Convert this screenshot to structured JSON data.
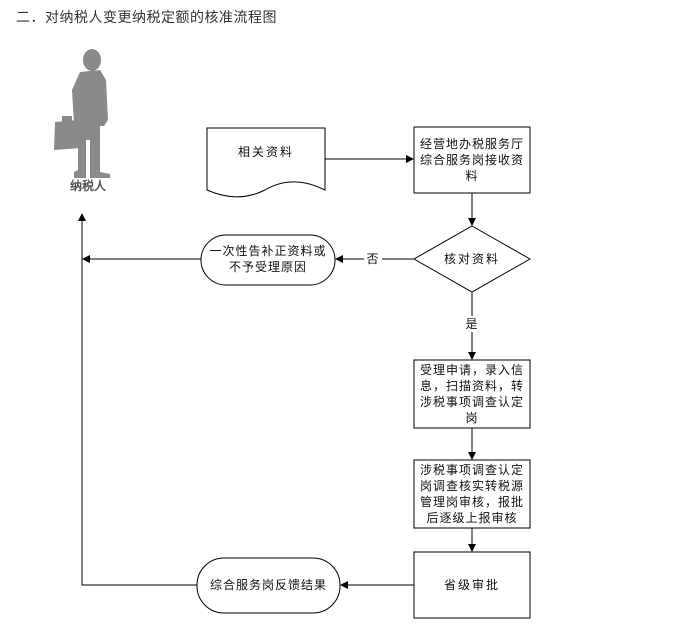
{
  "title": "二．对纳税人变更纳税定额的核准流程图",
  "actor": {
    "label": "纳税人",
    "icon": "businessman-silhouette-icon"
  },
  "nodes": {
    "document": {
      "label": "相关资料",
      "shape": "document"
    },
    "receive": {
      "label": "经营地办税服务厅综合服务岗接收资料",
      "shape": "process"
    },
    "check": {
      "label": "核对资料",
      "shape": "decision"
    },
    "reject": {
      "label": "一次性告补正资料或不予受理原因",
      "shape": "terminator"
    },
    "accept": {
      "label": "受理申请，录入信息，扫描资料，转涉税事项调查认定岗",
      "shape": "process"
    },
    "investigate": {
      "label": "涉税事项调查认定岗调查核实转税源管理岗审核，报批后逐级上报审核",
      "shape": "process"
    },
    "approve": {
      "label": "省级审批",
      "shape": "process"
    },
    "feedback": {
      "label": "综合服务岗反馈结果",
      "shape": "terminator"
    }
  },
  "edges": {
    "no_label": "否",
    "yes_label": "是"
  },
  "colors": {
    "line": "#000000",
    "silhouette": "#8a8a8a",
    "title": "#333333"
  }
}
